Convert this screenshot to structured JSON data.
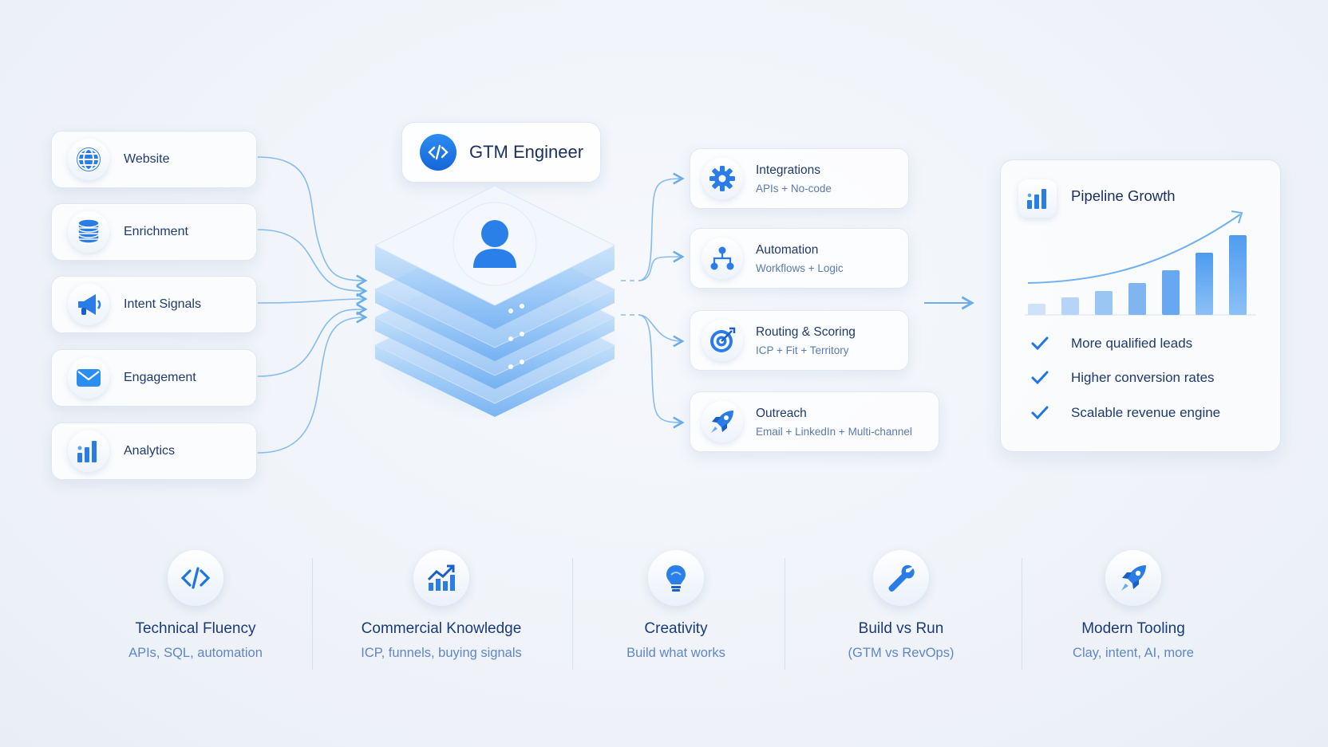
{
  "sources": [
    {
      "label": "Website",
      "icon": "globe-icon"
    },
    {
      "label": "Enrichment",
      "icon": "database-icon"
    },
    {
      "label": "Intent Signals",
      "icon": "megaphone-icon"
    },
    {
      "label": "Engagement",
      "icon": "envelope-icon"
    },
    {
      "label": "Analytics",
      "icon": "bar-chart-icon"
    }
  ],
  "engineer": {
    "label": "GTM Engineer",
    "icon": "code-icon"
  },
  "outputs": [
    {
      "title": "Integrations",
      "sub": "APIs + No-code",
      "icon": "gear-icon"
    },
    {
      "title": "Automation",
      "sub": "Workflows + Logic",
      "icon": "flow-icon"
    },
    {
      "title": "Routing & Scoring",
      "sub": "ICP + Fit + Territory",
      "icon": "target-icon"
    },
    {
      "title": "Outreach",
      "sub": "Email + LinkedIn + Multi-channel",
      "icon": "rocket-icon"
    }
  ],
  "growth": {
    "title": "Pipeline Growth",
    "icon": "bar-chart-icon",
    "benefits": [
      "More qualified leads",
      "Higher conversion rates",
      "Scalable revenue engine"
    ]
  },
  "skills": [
    {
      "title": "Technical Fluency",
      "sub": "APIs, SQL, automation",
      "icon": "code-icon"
    },
    {
      "title": "Commercial Knowledge",
      "sub": "ICP, funnels, buying signals",
      "icon": "trend-up-icon"
    },
    {
      "title": "Creativity",
      "sub": "Build what works",
      "icon": "lightbulb-icon"
    },
    {
      "title": "Build vs Run",
      "sub": "(GTM vs RevOps)",
      "icon": "wrench-icon"
    },
    {
      "title": "Modern Tooling",
      "sub": "Clay, intent, AI, more",
      "icon": "rocket-icon"
    }
  ],
  "colors": {
    "accent": "#1f74e6",
    "line": "#7db7ec",
    "text": "#1f3a6e",
    "muted": "#5f86c6"
  }
}
